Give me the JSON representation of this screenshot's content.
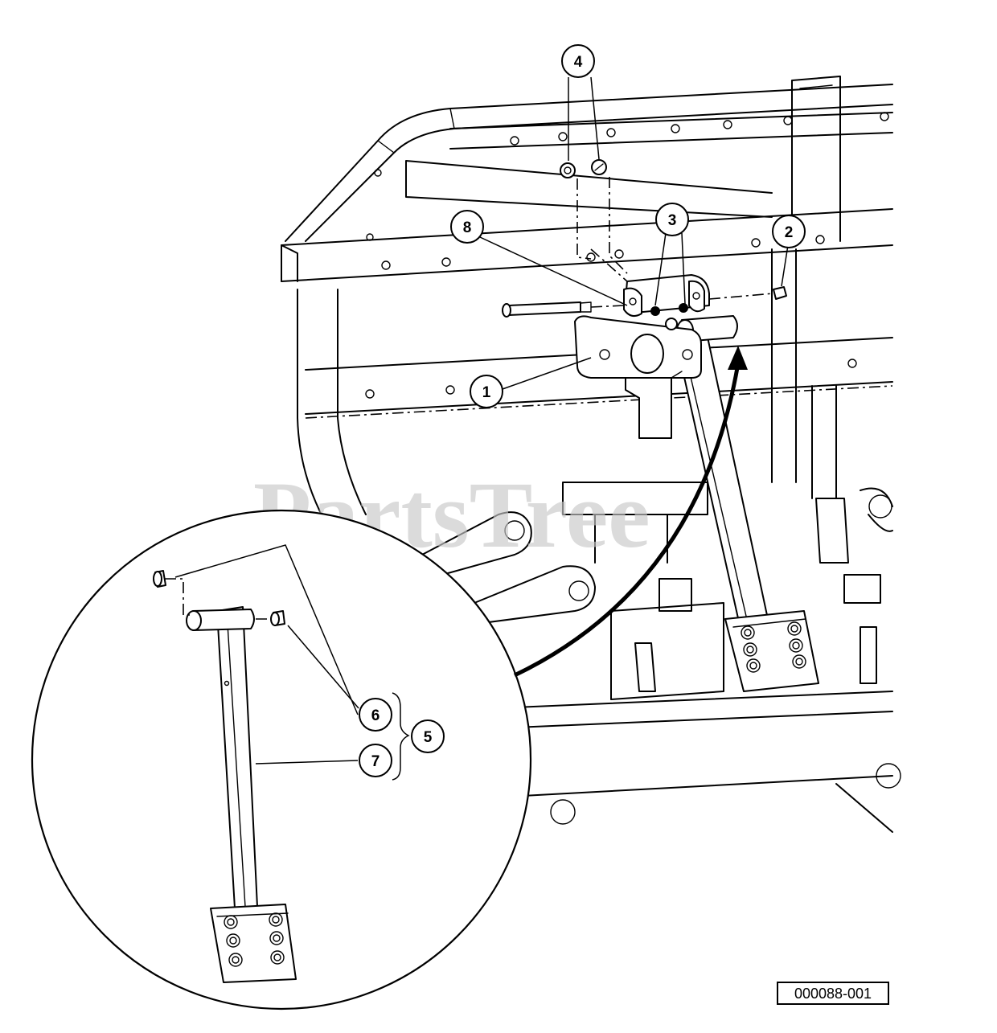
{
  "watermark": {
    "text": "PartsTree"
  },
  "figure_ref": "000088-001",
  "callouts": [
    {
      "id": "1",
      "label": "1"
    },
    {
      "id": "2",
      "label": "2"
    },
    {
      "id": "3",
      "label": "3"
    },
    {
      "id": "4",
      "label": "4"
    },
    {
      "id": "5",
      "label": "5"
    },
    {
      "id": "6",
      "label": "6"
    },
    {
      "id": "7",
      "label": "7"
    },
    {
      "id": "8",
      "label": "8"
    }
  ]
}
